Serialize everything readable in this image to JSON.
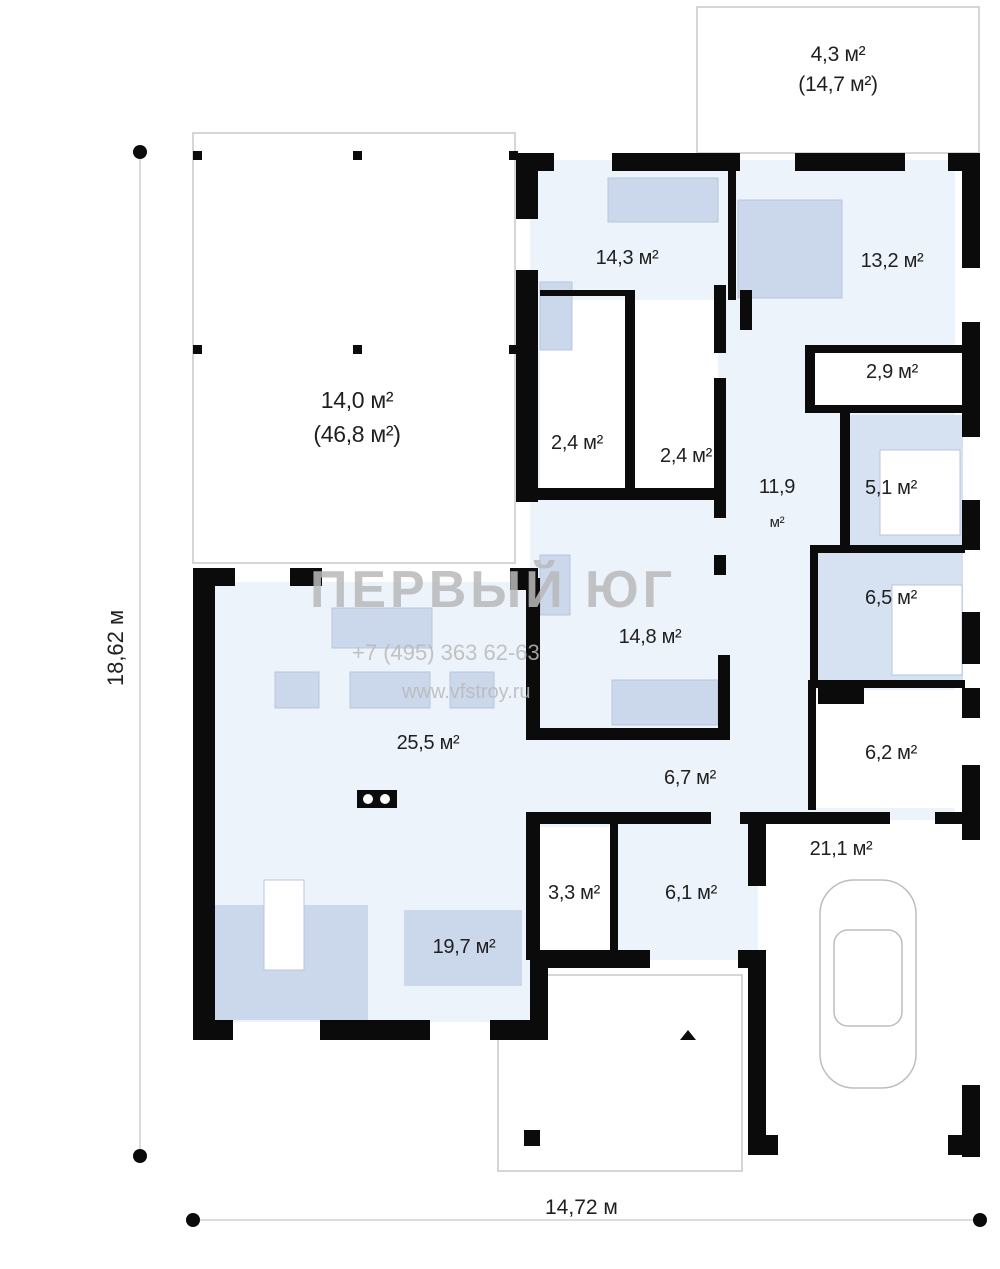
{
  "rooms": [
    {
      "id": "terrace-top",
      "area": "4,3 м²",
      "total": "(14,7 м²)"
    },
    {
      "id": "terrace-left",
      "area": "14,0 м²",
      "total": "(46,8 м²)"
    },
    {
      "id": "bedroom-1",
      "area": "14,3 м²"
    },
    {
      "id": "bedroom-master",
      "area": "13,2 м²"
    },
    {
      "id": "closet-master",
      "area": "2,9 м²"
    },
    {
      "id": "closet-1",
      "area": "2,4 м²"
    },
    {
      "id": "closet-2",
      "area": "2,4 м²"
    },
    {
      "id": "hall-corridor",
      "area": "11,9",
      "unit": "м²"
    },
    {
      "id": "bathroom-1",
      "area": "5,1 м²"
    },
    {
      "id": "bathroom-2",
      "area": "6,5 м²"
    },
    {
      "id": "bedroom-2",
      "area": "14,8 м²"
    },
    {
      "id": "living-room",
      "area": "25,5 м²"
    },
    {
      "id": "hall",
      "area": "6,7 м²"
    },
    {
      "id": "utility",
      "area": "6,2 м²"
    },
    {
      "id": "garage",
      "area": "21,1 м²"
    },
    {
      "id": "storage",
      "area": "3,3 м²"
    },
    {
      "id": "entrance",
      "area": "6,1 м²"
    },
    {
      "id": "kitchen",
      "area": "19,7 м²"
    }
  ],
  "dimensions": {
    "height": "18,62 м",
    "width": "14,72 м"
  },
  "watermark": {
    "brand": "ПЕРВЫЙ ЮГ",
    "phone": "+7 (495) 363 62-63",
    "site": "www.vfstroy.ru"
  },
  "colors": {
    "wall": "#0b0b0b",
    "floor": "#edf3fb",
    "furniture": "#cbd7ea",
    "wet_floor": "#d6e1f1",
    "outline": "#c9c9c9"
  }
}
